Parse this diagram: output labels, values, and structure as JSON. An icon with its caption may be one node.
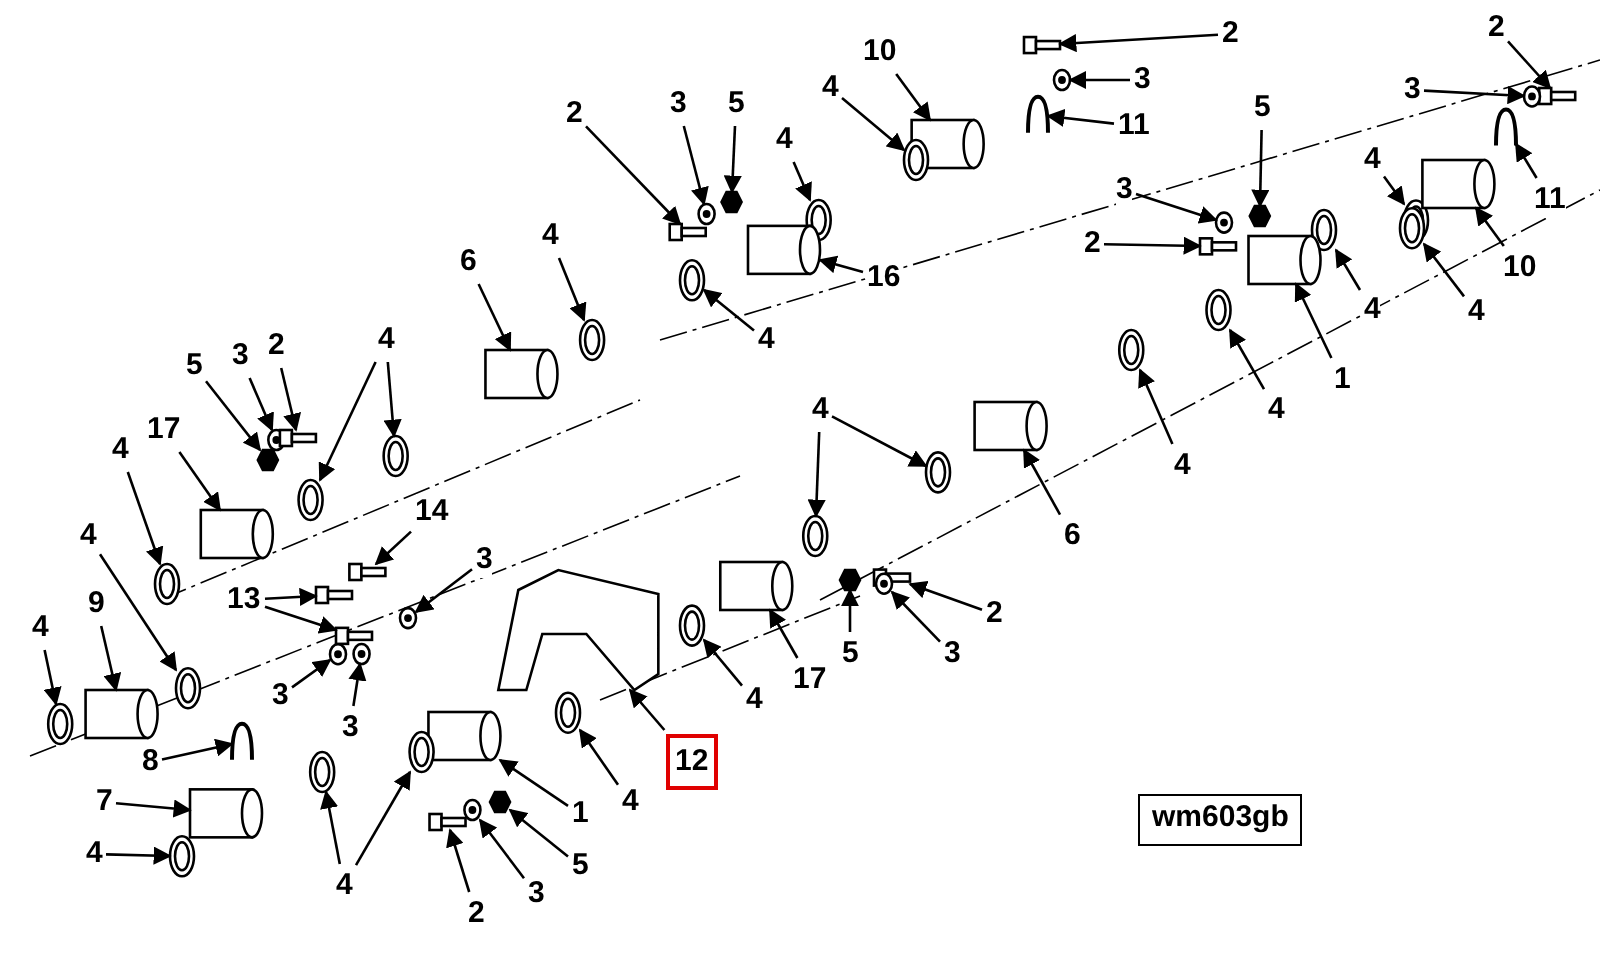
{
  "diagram": {
    "nodes": [
      {
        "text": [
          "2"
        ]
      },
      {
        "text": [
          "2"
        ]
      },
      {
        "text": [
          "10"
        ]
      },
      {
        "text": [
          "3"
        ]
      },
      {
        "text": [
          "3"
        ]
      },
      {
        "text": [
          "4"
        ]
      },
      {
        "text": [
          "2"
        ]
      },
      {
        "text": [
          "3"
        ]
      },
      {
        "text": [
          "5"
        ]
      },
      {
        "text": [
          "5"
        ]
      },
      {
        "text": [
          "11"
        ]
      },
      {
        "text": [
          "4"
        ]
      },
      {
        "text": [
          "4"
        ]
      },
      {
        "text": [
          "3"
        ]
      },
      {
        "text": [
          "11"
        ]
      },
      {
        "text": [
          "2"
        ]
      },
      {
        "text": [
          "6"
        ]
      },
      {
        "text": [
          "4"
        ]
      },
      {
        "text": [
          "10"
        ]
      },
      {
        "text": [
          "16"
        ]
      },
      {
        "text": [
          "4"
        ]
      },
      {
        "text": [
          "4"
        ]
      },
      {
        "text": [
          "4"
        ]
      },
      {
        "text": [
          "4"
        ]
      },
      {
        "text": [
          "3"
        ]
      },
      {
        "text": [
          "2"
        ]
      },
      {
        "text": [
          "5"
        ]
      },
      {
        "text": [
          "1"
        ]
      },
      {
        "text": [
          "4"
        ]
      },
      {
        "text": [
          "4"
        ]
      },
      {
        "text": [
          "4"
        ]
      },
      {
        "text": [
          "17"
        ]
      },
      {
        "text": [
          "4"
        ]
      },
      {
        "text": [
          "14"
        ]
      },
      {
        "text": [
          "6"
        ]
      },
      {
        "text": [
          "3"
        ]
      },
      {
        "text": [
          "4"
        ]
      },
      {
        "text": [
          "13"
        ]
      },
      {
        "text": [
          "9"
        ]
      },
      {
        "text": [
          "2"
        ]
      },
      {
        "text": [
          "4"
        ]
      },
      {
        "text": [
          "5"
        ]
      },
      {
        "text": [
          "3"
        ]
      },
      {
        "text": [
          "17"
        ]
      },
      {
        "text": [
          "3"
        ]
      },
      {
        "text": [
          "4"
        ]
      },
      {
        "text": [
          "3"
        ]
      },
      {
        "text": [
          "8"
        ]
      },
      {
        "text": [
          "12"
        ]
      },
      {
        "text": [
          "7"
        ]
      },
      {
        "text": [
          "4"
        ]
      },
      {
        "text": [
          "1"
        ]
      },
      {
        "text": [
          "wm603gb"
        ]
      },
      {
        "text": [
          "4"
        ]
      },
      {
        "text": [
          "5"
        ]
      },
      {
        "text": [
          "4"
        ]
      },
      {
        "text": [
          "3"
        ]
      },
      {
        "text": [
          "2"
        ]
      },
      {
        "text": [],
        "shape": "bolt"
      },
      {
        "text": [],
        "shape": "bolt"
      },
      {
        "text": [],
        "shape": "cylinder"
      },
      {
        "text": [],
        "shape": "washer"
      },
      {
        "text": [],
        "shape": "washer"
      },
      {
        "text": [],
        "shape": "ring"
      },
      {
        "text": [],
        "shape": "bolt"
      },
      {
        "text": [],
        "shape": "washer"
      },
      {
        "text": [],
        "shape": "nut"
      },
      {
        "text": [],
        "shape": "nut"
      },
      {
        "text": [],
        "shape": "clip"
      },
      {
        "text": [],
        "shape": "ring"
      },
      {
        "text": [],
        "shape": "ring"
      },
      {
        "text": [],
        "shape": "washer"
      },
      {
        "text": [],
        "shape": "clip"
      },
      {
        "text": [],
        "shape": "bolt"
      },
      {
        "text": [],
        "shape": "cylinder"
      },
      {
        "text": [],
        "shape": "ring"
      },
      {
        "text": [],
        "shape": "cylinder"
      },
      {
        "text": [],
        "shape": "cylinder"
      },
      {
        "text": [],
        "shape": "ring"
      },
      {
        "text": [],
        "shape": "ring"
      },
      {
        "text": [],
        "shape": "ring"
      },
      {
        "text": [],
        "shape": "ring"
      },
      {
        "text": [],
        "shape": "ring"
      },
      {
        "text": [],
        "shape": "washer"
      },
      {
        "text": [],
        "shape": "bolt"
      },
      {
        "text": [],
        "shape": "nut"
      },
      {
        "text": [],
        "shape": "cylinder"
      },
      {
        "text": [],
        "shape": "ring"
      },
      {
        "text": [],
        "shape": "ring"
      },
      {
        "text": [],
        "shape": "ring"
      },
      {
        "text": [],
        "shape": "ring"
      },
      {
        "text": [],
        "shape": "cylinder"
      },
      {
        "text": [],
        "shape": "ring"
      },
      {
        "text": [],
        "shape": "bolt"
      },
      {
        "text": [],
        "shape": "cylinder"
      },
      {
        "text": [],
        "shape": "washer"
      },
      {
        "text": [],
        "shape": "ring"
      },
      {
        "text": [],
        "shape": "bolt"
      },
      {
        "text": [],
        "shape": "bolt"
      },
      {
        "text": [],
        "shape": "cylinder"
      },
      {
        "text": [],
        "shape": "bolt"
      },
      {
        "text": [],
        "shape": "ring"
      },
      {
        "text": [],
        "shape": "nut"
      },
      {
        "text": [],
        "shape": "washer"
      },
      {
        "text": [],
        "shape": "cylinder"
      },
      {
        "text": [],
        "shape": "washer"
      },
      {
        "text": [],
        "shape": "ring"
      },
      {
        "text": [],
        "shape": "washer"
      },
      {
        "text": [],
        "shape": "clip"
      },
      {
        "text": [],
        "shape": "lever"
      },
      {
        "text": [],
        "shape": "cylinder"
      },
      {
        "text": [],
        "shape": "ring"
      },
      {
        "text": [],
        "shape": "cylinder"
      },
      {
        "text": [],
        "shape": "ring"
      },
      {
        "text": [],
        "shape": "nut"
      },
      {
        "text": [],
        "shape": "ring"
      },
      {
        "text": [],
        "shape": "ring"
      },
      {
        "text": [],
        "shape": "washer"
      },
      {
        "text": [],
        "shape": "bolt"
      }
    ],
    "edges": [
      {
        "from": 0,
        "to": 58,
        "arrow": "to"
      },
      {
        "from": 1,
        "to": 59,
        "arrow": "to"
      },
      {
        "from": 2,
        "to": 60,
        "arrow": "to"
      },
      {
        "from": 3,
        "to": 61,
        "arrow": "to"
      },
      {
        "from": 4,
        "to": 62,
        "arrow": "to"
      },
      {
        "from": 5,
        "to": 63,
        "arrow": "to"
      },
      {
        "from": 6,
        "to": 64,
        "arrow": "to"
      },
      {
        "from": 7,
        "to": 65,
        "arrow": "to"
      },
      {
        "from": 8,
        "to": 66,
        "arrow": "to"
      },
      {
        "from": 9,
        "to": 67,
        "arrow": "to"
      },
      {
        "from": 10,
        "to": 68,
        "arrow": "to"
      },
      {
        "from": 11,
        "to": 69,
        "arrow": "to"
      },
      {
        "from": 12,
        "to": 70,
        "arrow": "to"
      },
      {
        "from": 13,
        "to": 71,
        "arrow": "to"
      },
      {
        "from": 14,
        "to": 72,
        "arrow": "to"
      },
      {
        "from": 15,
        "to": 73,
        "arrow": "to"
      },
      {
        "from": 16,
        "to": 74,
        "arrow": "to"
      },
      {
        "from": 17,
        "to": 75,
        "arrow": "to"
      },
      {
        "from": 18,
        "to": 76,
        "arrow": "to"
      },
      {
        "from": 19,
        "to": 77,
        "arrow": "to"
      },
      {
        "from": 20,
        "to": 78,
        "arrow": "to"
      },
      {
        "from": 21,
        "to": 79,
        "arrow": "to"
      },
      {
        "from": 22,
        "to": 80,
        "arrow": "to"
      },
      {
        "from": 23,
        "to": 81,
        "arrow": "to"
      },
      {
        "from": 23,
        "to": 82,
        "arrow": "to"
      },
      {
        "from": 24,
        "to": 83,
        "arrow": "to"
      },
      {
        "from": 25,
        "to": 84,
        "arrow": "to"
      },
      {
        "from": 26,
        "to": 85,
        "arrow": "to"
      },
      {
        "from": 27,
        "to": 86,
        "arrow": "to"
      },
      {
        "from": 28,
        "to": 87,
        "arrow": "to"
      },
      {
        "from": 29,
        "to": 88,
        "arrow": "to"
      },
      {
        "from": 29,
        "to": 89,
        "arrow": "to"
      },
      {
        "from": 30,
        "to": 90,
        "arrow": "to"
      },
      {
        "from": 31,
        "to": 91,
        "arrow": "to"
      },
      {
        "from": 32,
        "to": 92,
        "arrow": "to"
      },
      {
        "from": 33,
        "to": 93,
        "arrow": "to"
      },
      {
        "from": 34,
        "to": 94,
        "arrow": "to"
      },
      {
        "from": 35,
        "to": 95,
        "arrow": "to"
      },
      {
        "from": 36,
        "to": 96,
        "arrow": "to"
      },
      {
        "from": 37,
        "to": 97,
        "arrow": "to"
      },
      {
        "from": 37,
        "to": 98,
        "arrow": "to"
      },
      {
        "from": 38,
        "to": 99,
        "arrow": "to"
      },
      {
        "from": 39,
        "to": 100,
        "arrow": "to"
      },
      {
        "from": 40,
        "to": 101,
        "arrow": "to"
      },
      {
        "from": 41,
        "to": 102,
        "arrow": "to"
      },
      {
        "from": 42,
        "to": 103,
        "arrow": "to"
      },
      {
        "from": 43,
        "to": 104,
        "arrow": "to"
      },
      {
        "from": 44,
        "to": 105,
        "arrow": "to"
      },
      {
        "from": 45,
        "to": 106,
        "arrow": "to"
      },
      {
        "from": 46,
        "to": 107,
        "arrow": "to"
      },
      {
        "from": 47,
        "to": 108,
        "arrow": "to"
      },
      {
        "from": 48,
        "to": 109,
        "arrow": "to"
      },
      {
        "from": 49,
        "to": 110,
        "arrow": "to"
      },
      {
        "from": 50,
        "to": 111,
        "arrow": "to"
      },
      {
        "from": 51,
        "to": 112,
        "arrow": "to"
      },
      {
        "from": 53,
        "to": 113,
        "arrow": "to"
      },
      {
        "from": 54,
        "to": 114,
        "arrow": "to"
      },
      {
        "from": 55,
        "to": 115,
        "arrow": "to"
      },
      {
        "from": 55,
        "to": 116,
        "arrow": "to"
      },
      {
        "from": 56,
        "to": 117,
        "arrow": "to"
      },
      {
        "from": 57,
        "to": 118,
        "arrow": "to"
      }
    ]
  }
}
